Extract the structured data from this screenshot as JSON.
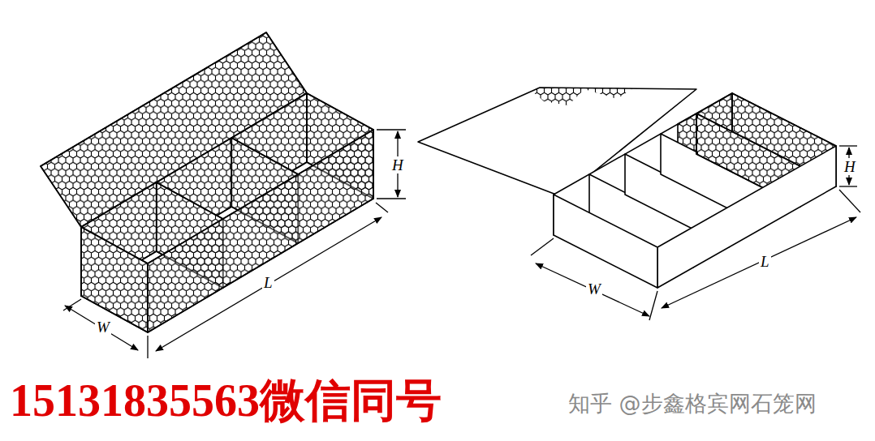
{
  "diagram": {
    "labels": [
      "H",
      "L",
      "W",
      "H",
      "W",
      "L",
      "15131835563微信同号",
      "知乎 @步鑫格宾网石笼网"
    ]
  }
}
